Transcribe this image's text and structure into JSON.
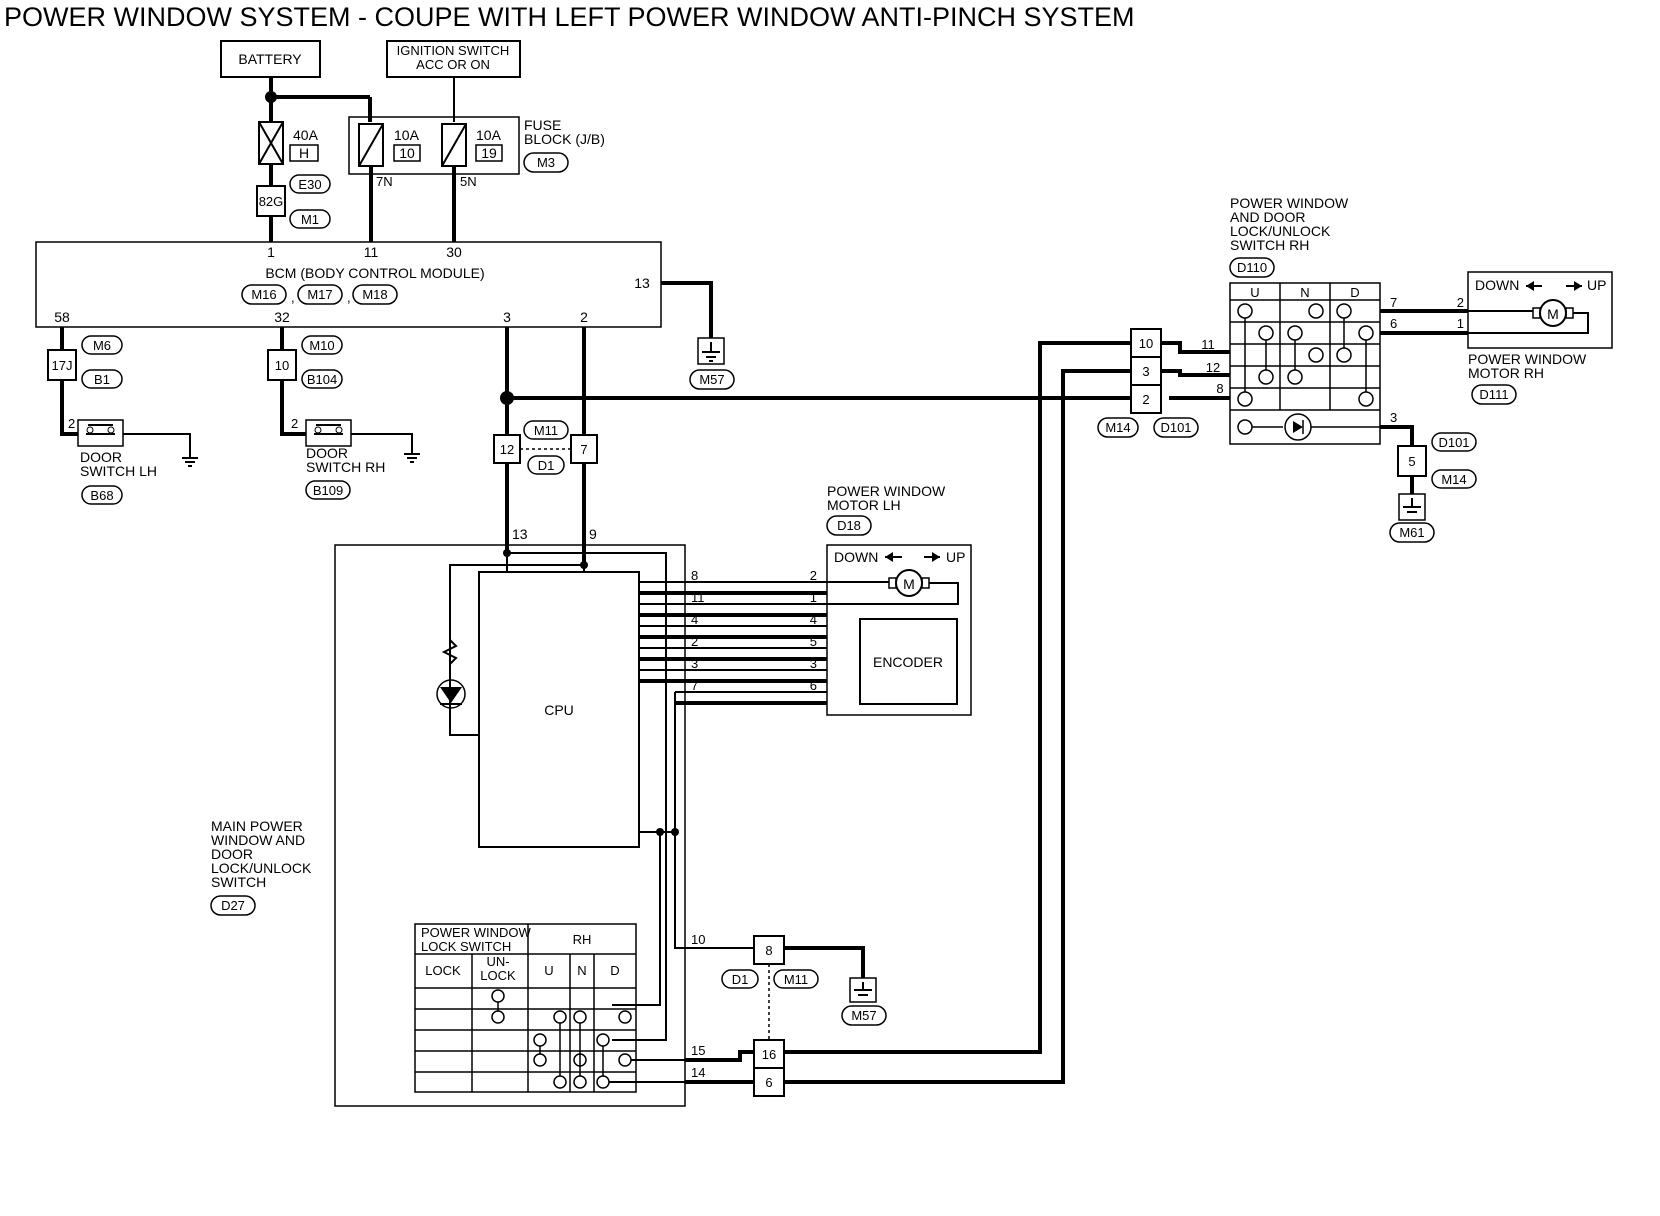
{
  "title": "POWER WINDOW SYSTEM - COUPE WITH LEFT POWER WINDOW ANTI-PINCH SYSTEM",
  "battery": "BATTERY",
  "ignition": [
    "IGNITION SWITCH",
    "ACC OR ON"
  ],
  "fuse_40a": {
    "rating": "40A",
    "id": "H"
  },
  "fuse_10a_1": {
    "rating": "10A",
    "id": "10"
  },
  "fuse_10a_2": {
    "rating": "10A",
    "id": "19"
  },
  "fuse_block": [
    "FUSE",
    "BLOCK (J/B)"
  ],
  "connectors": {
    "m3": "M3",
    "e30": "E30",
    "m1": "M1",
    "m6": "M6",
    "b1": "B1",
    "m10": "M10",
    "b104": "B104",
    "m57a": "M57",
    "m11a": "M11",
    "d1a": "D1",
    "b68": "B68",
    "b109": "B109",
    "d18": "D18",
    "d110": "D110",
    "d111": "D111",
    "m14a": "M14",
    "d101a": "D101",
    "d101b": "D101",
    "m14b": "M14",
    "m61": "M61",
    "d27": "D27",
    "d1b": "D1",
    "m11b": "M11",
    "m57b": "M57"
  },
  "terminals": {
    "t82g": "82G",
    "t7n": "7N",
    "t5n": "5N",
    "t17j": "17J",
    "t10a": "10",
    "t12": "12",
    "t7": "7",
    "t10b": "10",
    "t3b": "3",
    "t2b": "2",
    "t5": "5",
    "t8": "8",
    "t16": "16",
    "t6": "6",
    "bcm_1": "1",
    "bcm_11": "11",
    "bcm_30": "30",
    "bcm_13": "13",
    "bcm_58": "58",
    "bcm_32": "32",
    "bcm_3": "3",
    "bcm_2": "2",
    "ds_lh": "2",
    "ds_rh": "2",
    "d27_13": "13",
    "d27_9": "9",
    "mp_8": "8",
    "mp_11": "11",
    "mp_4": "4",
    "mp_2": "2",
    "mp_3": "3",
    "mp_7": "7",
    "ml_2": "2",
    "ml_1": "1",
    "ml_4": "4",
    "ml_5": "5",
    "ml_3": "3",
    "ml_6": "6",
    "d27_10": "10",
    "d27_15": "15",
    "d27_14": "14",
    "rh_11": "11",
    "rh_12": "12",
    "rh_8": "8",
    "rh_7": "7",
    "rh_6": "6",
    "rh_3": "3",
    "mr_2": "2",
    "mr_1": "1"
  },
  "bcm": {
    "label": "BCM (BODY CONTROL MODULE)",
    "conn": [
      "M16",
      "M17",
      "M18"
    ],
    "sep": ","
  },
  "door_switch_lh": [
    "DOOR",
    "SWITCH LH"
  ],
  "door_switch_rh": [
    "DOOR",
    "SWITCH RH"
  ],
  "motor_lh": {
    "title": [
      "POWER WINDOW",
      "MOTOR LH"
    ],
    "down": "DOWN",
    "up": "UP",
    "m": "M",
    "encoder": "ENCODER"
  },
  "motor_rh": {
    "title": [
      "POWER WINDOW",
      "MOTOR RH"
    ],
    "down": "DOWN",
    "up": "UP",
    "m": "M"
  },
  "rh_switch": {
    "title": [
      "POWER WINDOW",
      "AND DOOR",
      "LOCK/UNLOCK",
      "SWITCH RH"
    ],
    "cols": [
      "U",
      "N",
      "D"
    ]
  },
  "main_switch": {
    "title": [
      "MAIN POWER",
      "WINDOW AND",
      "DOOR",
      "LOCK/UNLOCK",
      "SWITCH"
    ],
    "cpu": "CPU"
  },
  "lock_table": {
    "header": [
      "POWER WINDOW",
      "LOCK SWITCH"
    ],
    "rh": "RH",
    "lock": "LOCK",
    "unlock": [
      "UN-",
      "LOCK"
    ],
    "cols": [
      "U",
      "N",
      "D"
    ]
  }
}
